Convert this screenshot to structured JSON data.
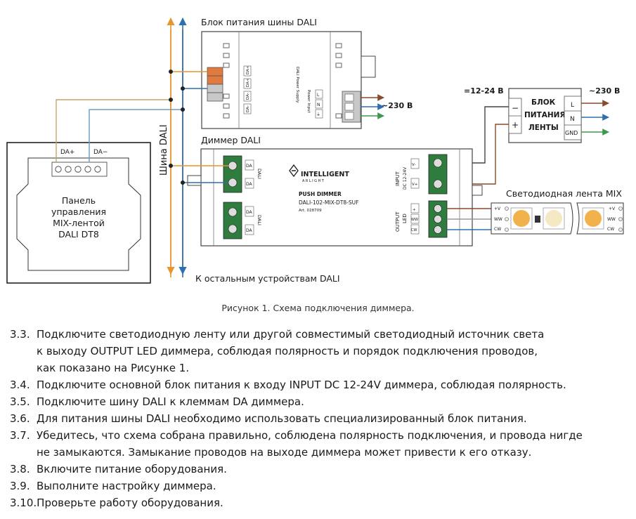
{
  "diagram": {
    "labels": {
      "dali_psu_title": "Блок питания шины DALI",
      "dali_psu_vertical": "DALI Power Supply",
      "dali_psu_input": "Power Input",
      "psu_terminals": [
        "DA+",
        "DA+",
        "DA-",
        "DA-"
      ],
      "psu_input_terminals": [
        "L",
        "N",
        "⏚"
      ],
      "mains_230_left": "~230 В",
      "dc_12_24": "=12-24 В",
      "mains_230_right": "~230 В",
      "led_psu_title_1": "БЛОК",
      "led_psu_title_2": "ПИТАНИЯ",
      "led_psu_title_3": "ЛЕНТЫ",
      "led_psu_L": "L",
      "led_psu_N": "N",
      "led_psu_GND": "GND",
      "led_psu_minus": "−",
      "led_psu_plus": "+",
      "dali_bus": "Шина DALI",
      "dimmer_title": "Диммер DALI",
      "dimmer_brand": "INTELLIGENT",
      "dimmer_brand_sub": "ARLIGHT",
      "dimmer_model_1": "PUSH DIMMER",
      "dimmer_model_2": "DALI-102-MIX-DT8-SUF",
      "dimmer_art": "Art. 028709",
      "dimmer_da": "DA",
      "dimmer_dali": "DALI",
      "dimmer_input": "INPUT",
      "dimmer_input_dc": "DC 12-24V",
      "dimmer_in_minus": "V-",
      "dimmer_in_plus": "V+",
      "dimmer_output": "OUTPUT",
      "dimmer_output_led": "LED",
      "dimmer_out_plus": "+",
      "dimmer_out_ww": "WW",
      "dimmer_out_cw": "CW",
      "panel_da_plus": "DA+",
      "panel_da_minus": "DA−",
      "panel_line1": "Панель",
      "panel_line2": "управления",
      "panel_line3": "MIX-лентой",
      "panel_line4": "DALI DT8",
      "strip_title": "Светодиодная лента MIX",
      "strip_v": "+V",
      "strip_ww": "WW",
      "strip_cw": "CW",
      "other_devices": "К остальным устройствам DALI"
    },
    "colors": {
      "bus_orange": "#e6962f",
      "bus_blue": "#2f6fb0",
      "wire_brown": "#8a4b2a",
      "wire_blue": "#2f6fb0",
      "wire_green": "#3a9a4a",
      "wire_gray": "#9a9a9a",
      "wire_tan": "#c9a36a",
      "terminal_green": "#2e7d3e"
    }
  },
  "caption": "Рисунок 1. Схема подключения диммера.",
  "steps": [
    {
      "num": "3.3.",
      "text": "Подключите светодиодную ленту или другой совместимый светодиодный источник света\nк выходу OUTPUT LED диммера, соблюдая полярность и порядок подключения проводов,\nкак показано на Рисунке 1."
    },
    {
      "num": "3.4.",
      "text": "Подключите основной блок питания к входу INPUT DC 12-24V диммера, соблюдая полярность."
    },
    {
      "num": "3.5.",
      "text": "Подключите шину DALI к клеммам DA диммера."
    },
    {
      "num": "3.6.",
      "text": "Для питания шины DALI необходимо использовать специализированный блок питания."
    },
    {
      "num": "3.7.",
      "text": "Убедитесь, что схема собрана правильно, соблюдена полярность подключения, и провода нигде\nне замыкаются. Замыкание проводов на выходе диммера может привести к его отказу."
    },
    {
      "num": "3.8.",
      "text": "Включите питание оборудования."
    },
    {
      "num": "3.9.",
      "text": "Выполните настройку диммера."
    },
    {
      "num": "3.10.",
      "text": "Проверьте работу оборудования."
    }
  ]
}
